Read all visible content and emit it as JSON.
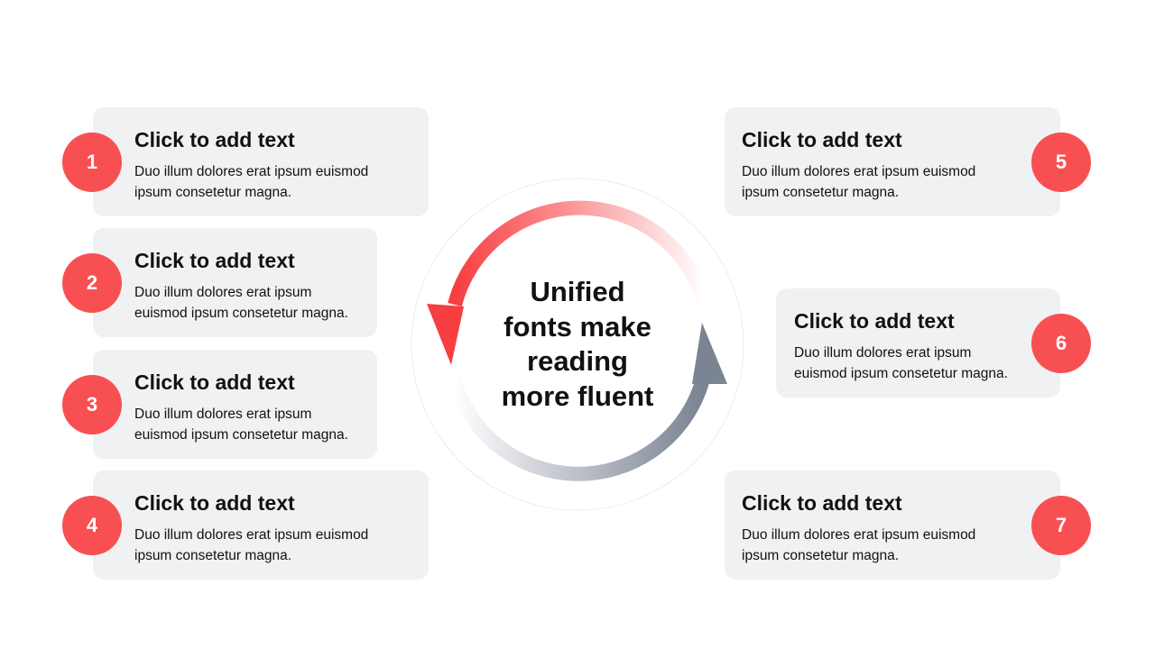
{
  "center": {
    "lines": [
      "Unified",
      "fonts make",
      "reading",
      "more fluent"
    ]
  },
  "colors": {
    "accent": "#f85052",
    "card": "#f0f1f3",
    "gray_arrow": "#7a8493"
  },
  "items": [
    {
      "number": "1",
      "title": "Click to add text",
      "body": "Duo illum dolores erat ipsum euismod ipsum consetetur magna."
    },
    {
      "number": "2",
      "title": "Click to add text",
      "body": "Duo illum dolores erat ipsum euismod ipsum consetetur magna."
    },
    {
      "number": "3",
      "title": "Click to add text",
      "body": "Duo illum dolores erat ipsum euismod ipsum consetetur magna."
    },
    {
      "number": "4",
      "title": "Click to add text",
      "body": "Duo illum dolores erat ipsum euismod ipsum consetetur magna."
    },
    {
      "number": "5",
      "title": "Click to add text",
      "body": "Duo illum dolores erat ipsum euismod ipsum consetetur magna."
    },
    {
      "number": "6",
      "title": "Click to add text",
      "body": "Duo illum dolores erat ipsum euismod ipsum consetetur magna."
    },
    {
      "number": "7",
      "title": "Click to add text",
      "body": "Duo illum dolores erat ipsum euismod ipsum consetetur magna."
    }
  ]
}
